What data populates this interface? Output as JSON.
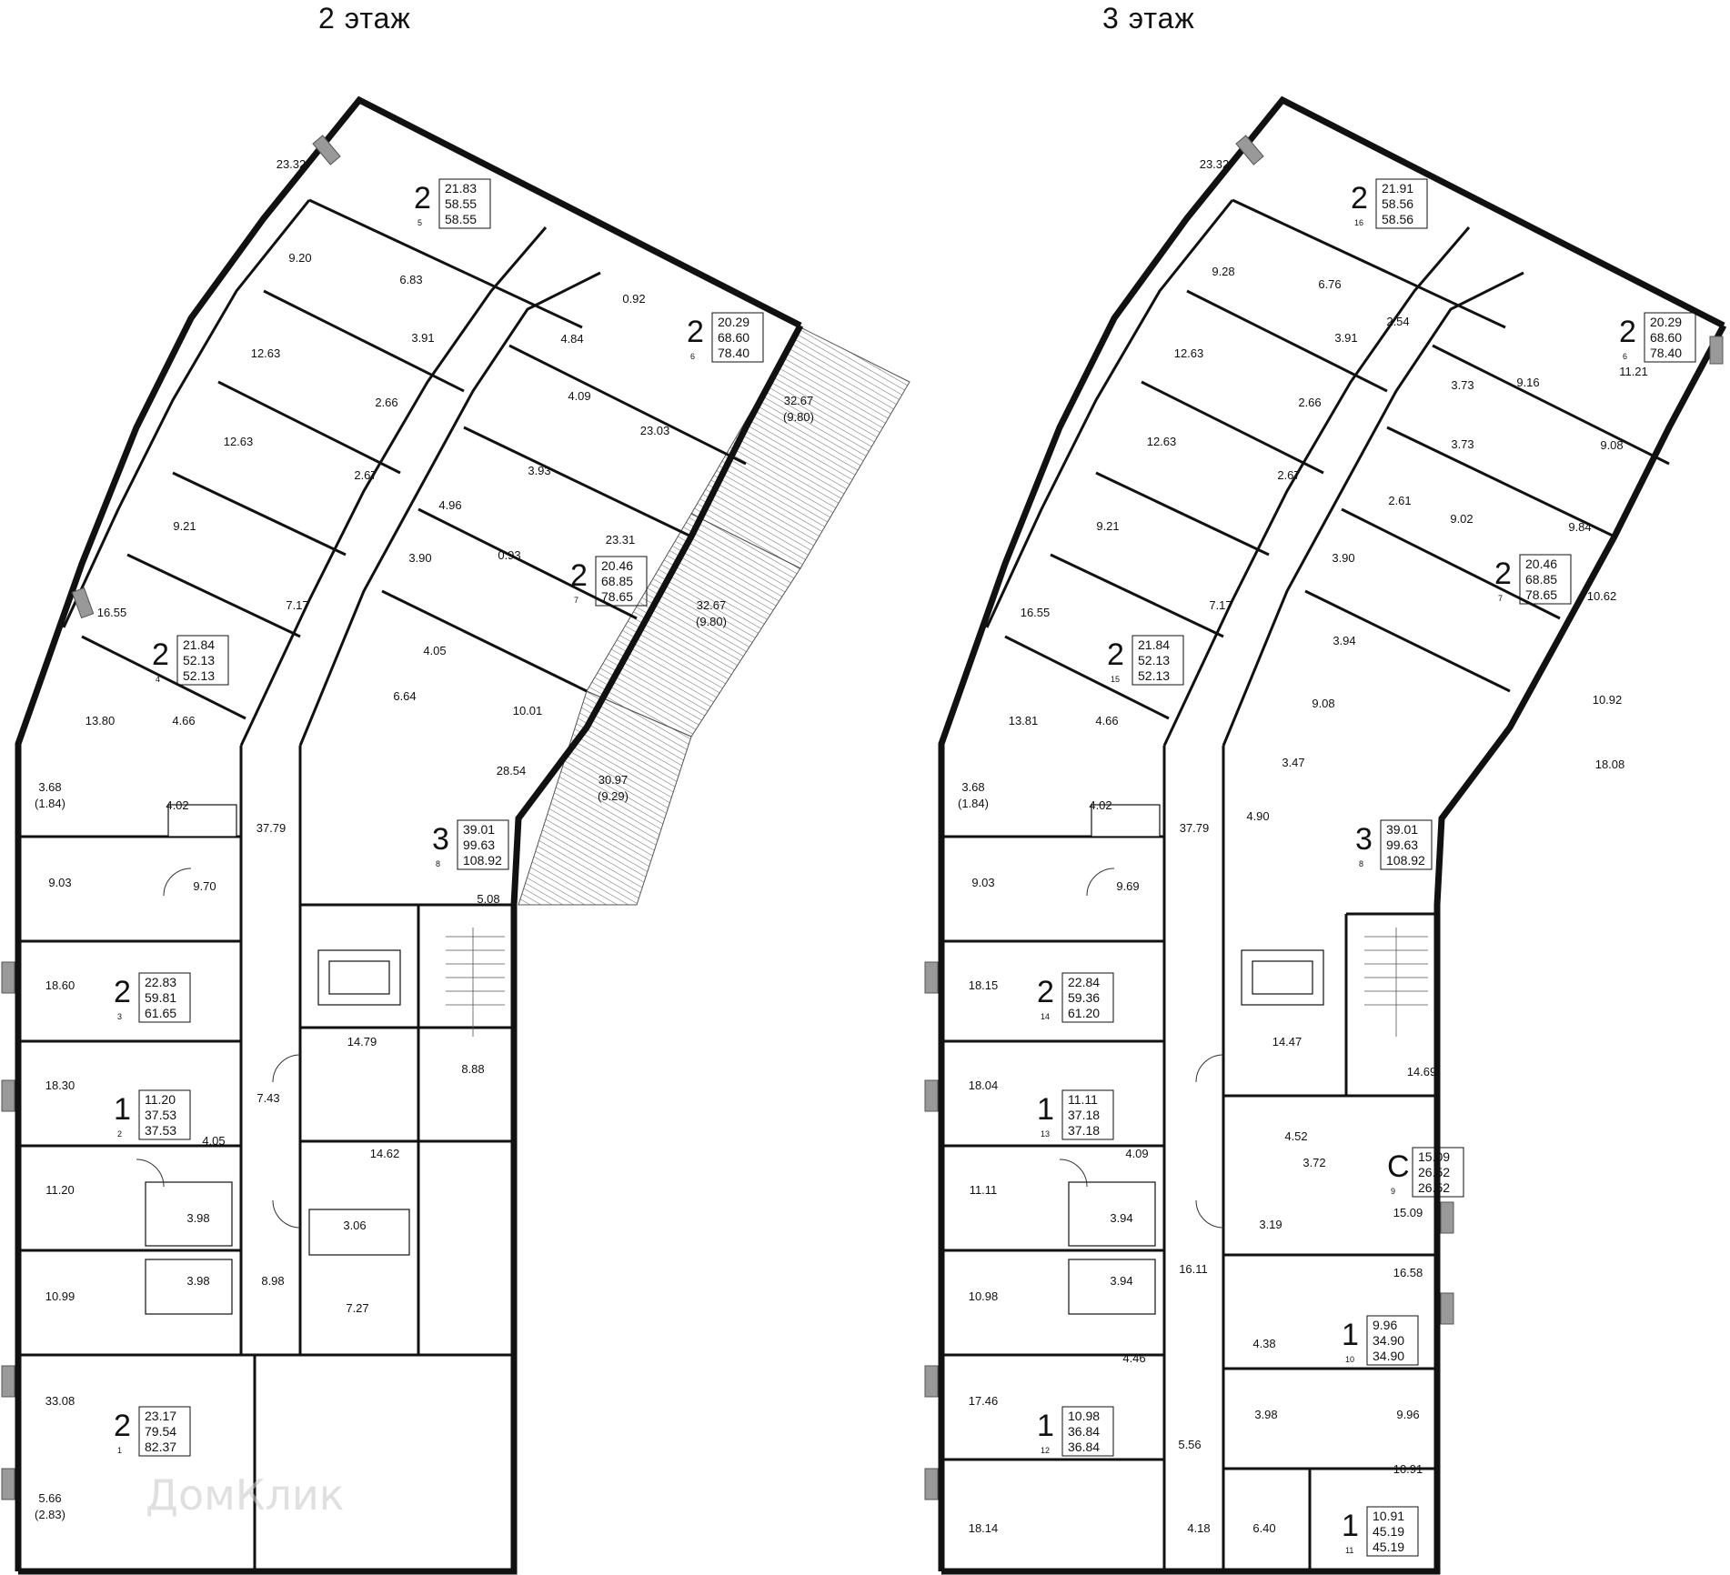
{
  "floors": [
    {
      "title": "2 этаж",
      "rooms": [
        "23.32",
        "9.20",
        "6.83",
        "3.91",
        "12.63",
        "2.66",
        "12.63",
        "2.67",
        "9.21",
        "3.90",
        "7.17",
        "16.55",
        "13.80",
        "4.66",
        "3.68",
        "(1.84)",
        "4.02",
        "37.79",
        "9.03",
        "9.70",
        "18.60",
        "18.30",
        "4.05",
        "7.43",
        "11.20",
        "3.98",
        "10.99",
        "3.98",
        "8.98",
        "33.08",
        "5.66",
        "(2.83)",
        "4.84",
        "4.09",
        "23.03",
        "32.67",
        "(9.80)",
        "3.93",
        "4.96",
        "23.31",
        "32.67",
        "(9.80)",
        "4.05",
        "6.64",
        "10.01",
        "28.54",
        "30.97",
        "(9.29)",
        "5.08",
        "14.79",
        "8.88",
        "14.62",
        "3.06",
        "7.27",
        "0.92",
        "0.93"
      ],
      "apartments": [
        {
          "rooms": "2",
          "living": "21.83",
          "num": "5",
          "area": "58.55",
          "total": "58.55"
        },
        {
          "rooms": "2",
          "living": "20.29",
          "num": "6",
          "area": "68.60",
          "total": "78.40"
        },
        {
          "rooms": "2",
          "living": "20.46",
          "num": "7",
          "area": "68.85",
          "total": "78.65"
        },
        {
          "rooms": "2",
          "living": "21.84",
          "num": "4",
          "area": "52.13",
          "total": "52.13"
        },
        {
          "rooms": "3",
          "living": "39.01",
          "num": "8",
          "area": "99.63",
          "total": "108.92"
        },
        {
          "rooms": "2",
          "living": "22.83",
          "num": "3",
          "area": "59.81",
          "total": "61.65"
        },
        {
          "rooms": "1",
          "living": "11.20",
          "num": "2",
          "area": "37.53",
          "total": "37.53"
        },
        {
          "rooms": "2",
          "living": "23.17",
          "num": "1",
          "area": "79.54",
          "total": "82.37"
        }
      ]
    },
    {
      "title": "3 этаж",
      "rooms": [
        "23.32",
        "9.28",
        "6.76",
        "3.91",
        "12.63",
        "2.66",
        "12.63",
        "2.67",
        "9.21",
        "3.90",
        "7.17",
        "16.55",
        "13.81",
        "4.66",
        "3.68",
        "(1.84)",
        "4.02",
        "37.79",
        "9.03",
        "9.69",
        "18.15",
        "14.47",
        "14.69",
        "18.04",
        "4.52",
        "3.72",
        "4.09",
        "11.11",
        "3.94",
        "3.19",
        "15.09",
        "16.11",
        "10.98",
        "3.94",
        "16.58",
        "4.46",
        "4.38",
        "17.46",
        "3.98",
        "9.96",
        "5.56",
        "10.91",
        "18.14",
        "4.18",
        "6.40",
        "2.54",
        "3.73",
        "9.16",
        "11.21",
        "9.08",
        "3.73",
        "2.61",
        "9.02",
        "9.84",
        "10.62",
        "3.94",
        "9.08",
        "10.92",
        "3.47",
        "18.08",
        "4.90"
      ],
      "apartments": [
        {
          "rooms": "2",
          "living": "21.91",
          "num": "16",
          "area": "58.56",
          "total": "58.56"
        },
        {
          "rooms": "2",
          "living": "20.29",
          "num": "6",
          "area": "68.60",
          "total": "78.40"
        },
        {
          "rooms": "2",
          "living": "20.46",
          "num": "7",
          "area": "68.85",
          "total": "78.65"
        },
        {
          "rooms": "2",
          "living": "21.84",
          "num": "15",
          "area": "52.13",
          "total": "52.13"
        },
        {
          "rooms": "3",
          "living": "39.01",
          "num": "8",
          "area": "99.63",
          "total": "108.92"
        },
        {
          "rooms": "2",
          "living": "22.84",
          "num": "14",
          "area": "59.36",
          "total": "61.20"
        },
        {
          "rooms": "1",
          "living": "11.11",
          "num": "13",
          "area": "37.18",
          "total": "37.18"
        },
        {
          "rooms": "С",
          "living": "15.09",
          "num": "9",
          "area": "26.52",
          "total": "26.52"
        },
        {
          "rooms": "1",
          "living": "9.96",
          "num": "10",
          "area": "34.90",
          "total": "34.90"
        },
        {
          "rooms": "1",
          "living": "10.98",
          "num": "12",
          "area": "36.84",
          "total": "36.84"
        },
        {
          "rooms": "1",
          "living": "10.91",
          "num": "11",
          "area": "45.19",
          "total": "45.19"
        }
      ]
    }
  ],
  "watermark": "ДомКлик",
  "colors": {
    "wall": "#111111",
    "window": "#999999",
    "hatch": "#555555"
  }
}
